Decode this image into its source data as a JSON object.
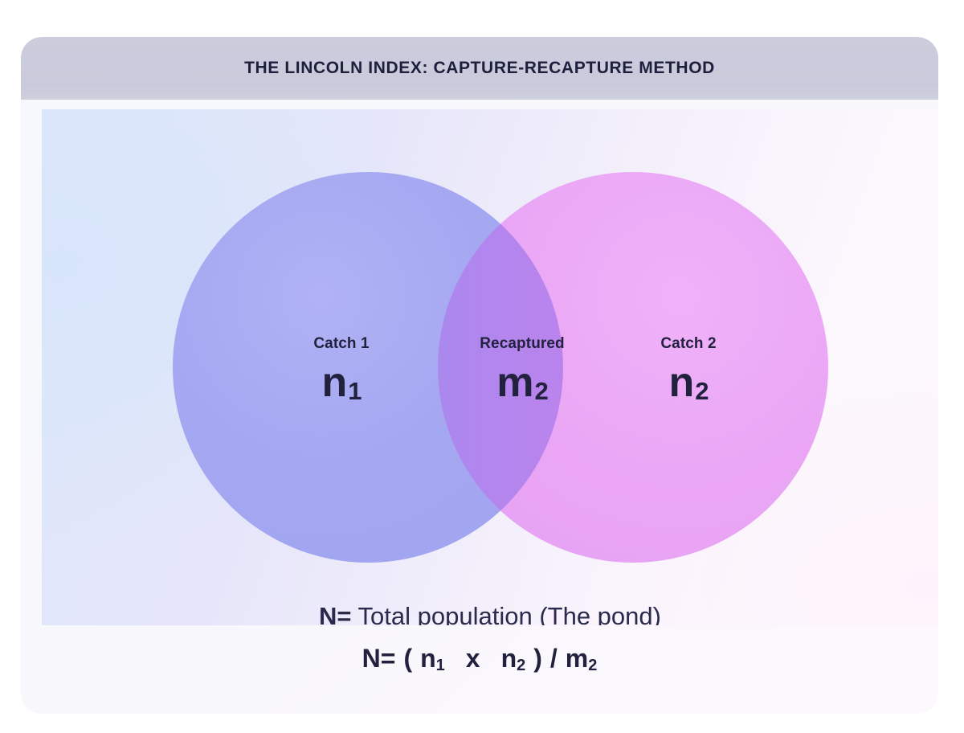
{
  "header": {
    "title": "THE LINCOLN INDEX: CAPTURE-RECAPTURE METHOD"
  },
  "diagram": {
    "type": "venn-two-set",
    "regions": [
      {
        "id": "catch-1",
        "caption": "Catch 1",
        "symbol": "n",
        "subscript": "1"
      },
      {
        "id": "recaptured",
        "caption": "Recaptured",
        "symbol": "m",
        "subscript": "2"
      },
      {
        "id": "catch-2",
        "caption": "Catch 2",
        "symbol": "n",
        "subscript": "2"
      }
    ],
    "caption": {
      "lead": "N=",
      "rest": " Total population (The pond)"
    }
  },
  "formula": {
    "lhs": "N=",
    "open_paren": "(",
    "term1": "n",
    "term1_sub": "1",
    "operator": "x",
    "term2": "n",
    "term2_sub": "2",
    "close_paren": ")",
    "divide": "/",
    "denominator": "m",
    "denominator_sub": "2"
  },
  "colors": {
    "header_bar": "#c9cadb",
    "title_text": "#1e1f3c",
    "circle_left": "#a5a8f1",
    "circle_right": "#eaa7f5",
    "overlap_left": "#7b95ef",
    "overlap_right": "#d478e8",
    "label_text": "#22223f",
    "panel_background_left": "#dde7fb",
    "panel_background_right": "#fdf9fd",
    "card_background": "#f7f7fc"
  }
}
